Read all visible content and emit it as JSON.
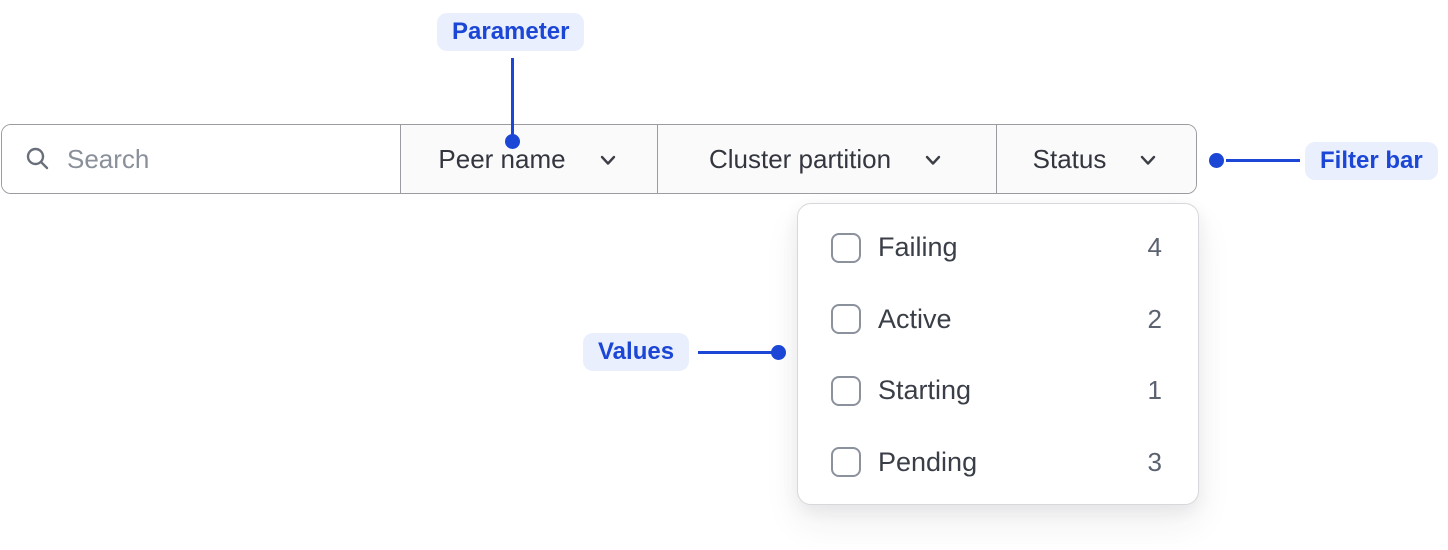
{
  "annotations": {
    "parameter": {
      "label": "Parameter"
    },
    "filter_bar": {
      "label": "Filter bar"
    },
    "values": {
      "label": "Values"
    }
  },
  "filter_bar": {
    "search": {
      "placeholder": "Search",
      "value": ""
    },
    "dropdowns": [
      {
        "label": "Peer name",
        "open": false
      },
      {
        "label": "Cluster partition",
        "open": false
      },
      {
        "label": "Status",
        "open": true
      }
    ]
  },
  "status_dropdown": {
    "options": [
      {
        "label": "Failing",
        "count": "4",
        "checked": false
      },
      {
        "label": "Active",
        "count": "2",
        "checked": false
      },
      {
        "label": "Starting",
        "count": "1",
        "checked": false
      },
      {
        "label": "Pending",
        "count": "3",
        "checked": false
      }
    ]
  },
  "colors": {
    "annotation_blue": "#1b46d6",
    "annotation_pill_bg": "#e9effc",
    "bar_border": "#9b9ca2",
    "panel_border": "#d7d8dc",
    "text_dark": "#33363e",
    "text_muted": "#5b6270",
    "placeholder": "#8a909a"
  }
}
